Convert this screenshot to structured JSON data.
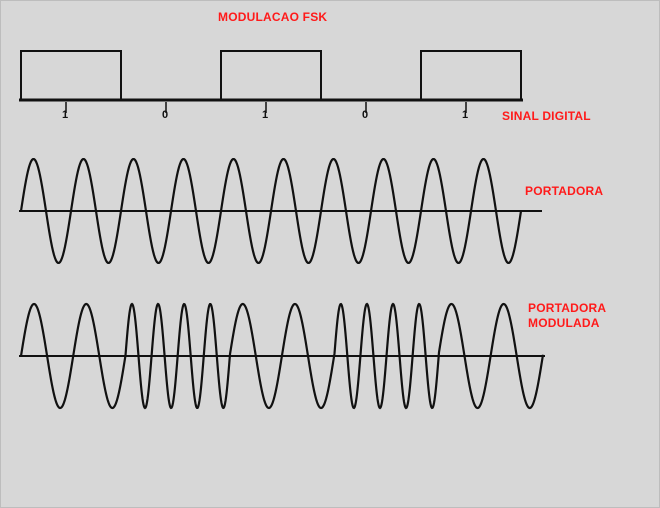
{
  "title": "MODULACAO FSK",
  "labels": {
    "digital_signal": "SINAL DIGITAL",
    "carrier": "PORTADORA",
    "modulated_line1": "PORTADORA",
    "modulated_line2": "MODULADA"
  },
  "bits": [
    "1",
    "0",
    "1",
    "0",
    "1"
  ],
  "carrier_cycles": 10,
  "modulated": {
    "bit_sequence": [
      1,
      0,
      1,
      0,
      1
    ],
    "cycles_per_bit_one": 2,
    "cycles_per_bit_zero": 4
  },
  "colors": {
    "label": "#ff1a1a",
    "trace": "#111111",
    "background": "#d7d7d7"
  }
}
